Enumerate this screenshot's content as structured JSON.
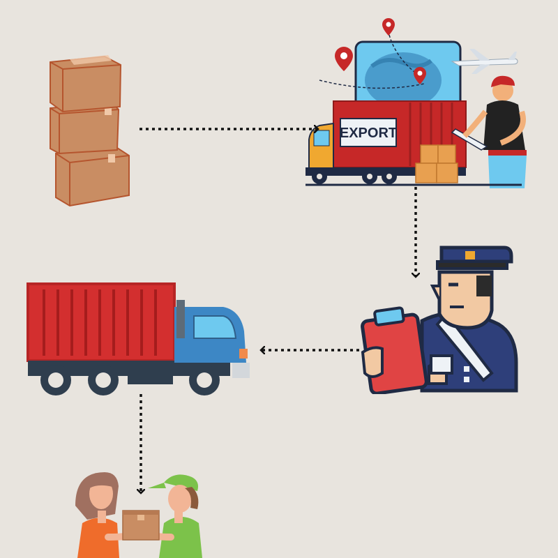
{
  "diagram": {
    "background": "#e8e4de",
    "steps": [
      {
        "id": "packages",
        "icon": "stacked-boxes-icon"
      },
      {
        "id": "export",
        "icon": "export-truck-icon",
        "container_label": "EXPORT"
      },
      {
        "id": "customs",
        "icon": "customs-officer-icon"
      },
      {
        "id": "delivery_truck",
        "icon": "container-truck-icon"
      },
      {
        "id": "handover",
        "icon": "package-handover-icon"
      }
    ],
    "arrows": [
      {
        "from": "packages",
        "to": "export",
        "style": "dotted"
      },
      {
        "from": "export",
        "to": "customs",
        "style": "dotted"
      },
      {
        "from": "customs",
        "to": "delivery_truck",
        "style": "dotted"
      },
      {
        "from": "delivery_truck",
        "to": "handover",
        "style": "dotted"
      }
    ],
    "colors": {
      "box": "#c98d63",
      "box_edge": "#b5552e",
      "container_red": "#d32f2f",
      "cab_blue": "#3d87c5",
      "officer_navy": "#2e3f7a",
      "clipboard_red": "#e04444",
      "arrow": "#111111"
    }
  }
}
